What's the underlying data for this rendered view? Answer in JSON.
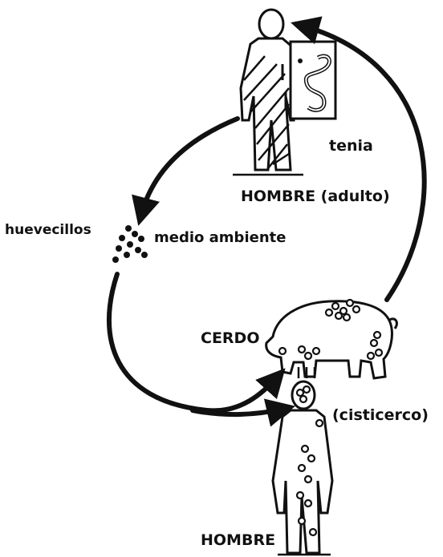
{
  "labels": {
    "tenia": "tenia",
    "hombre_adulto": "HOMBRE (adulto)",
    "huevecillos": "huevecillos",
    "medio_ambiente": "medio ambiente",
    "cerdo": "CERDO",
    "cisticerco": "(cisticerco)",
    "hombre": "HOMBRE"
  },
  "colors": {
    "ink": "#111111",
    "paper": "#ffffff"
  }
}
